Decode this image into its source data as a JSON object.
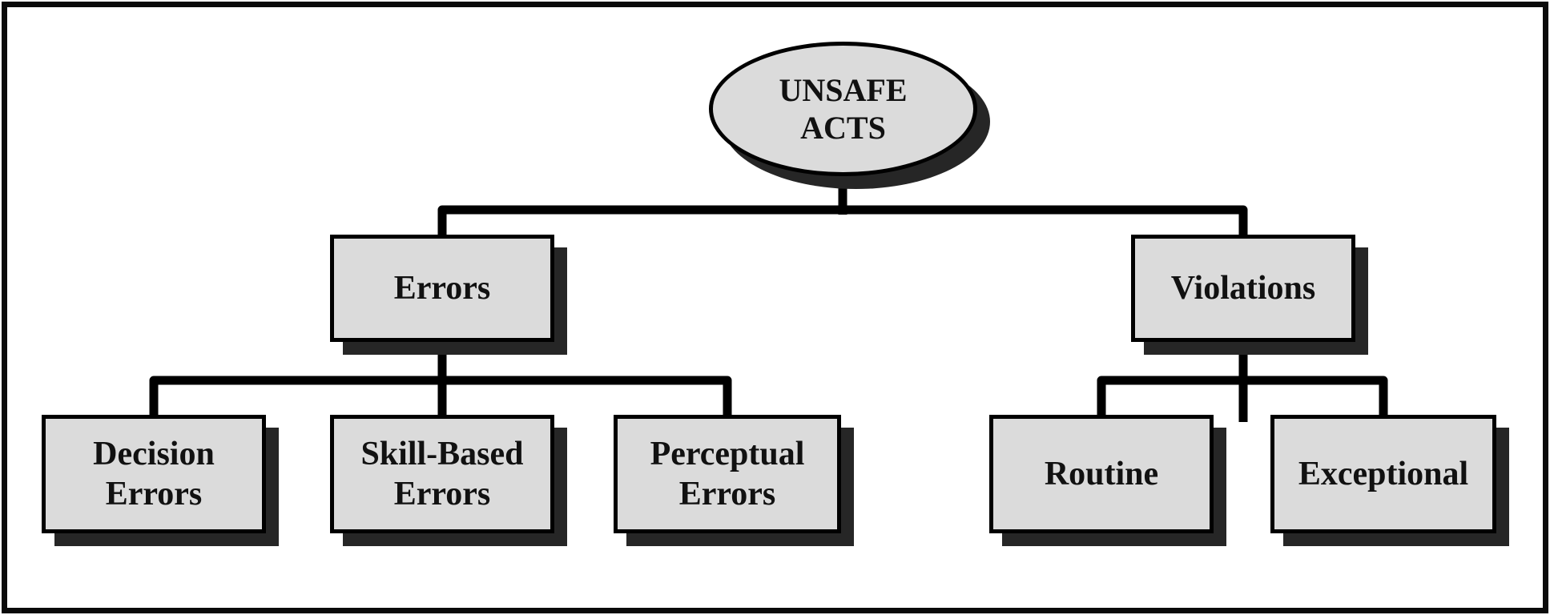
{
  "diagram": {
    "nodes": {
      "unsafe_acts": {
        "label": "UNSAFE\nACTS"
      },
      "errors": {
        "label": "Errors"
      },
      "violations": {
        "label": "Violations"
      },
      "decision_errors": {
        "label": "Decision\nErrors"
      },
      "skill_based_errors": {
        "label": "Skill-Based\nErrors"
      },
      "perceptual_errors": {
        "label": "Perceptual\nErrors"
      },
      "routine": {
        "label": "Routine"
      },
      "exceptional": {
        "label": "Exceptional"
      }
    },
    "edges": [
      [
        "unsafe_acts",
        "errors"
      ],
      [
        "unsafe_acts",
        "violations"
      ],
      [
        "errors",
        "decision_errors"
      ],
      [
        "errors",
        "skill_based_errors"
      ],
      [
        "errors",
        "perceptual_errors"
      ],
      [
        "violations",
        "routine"
      ],
      [
        "violations",
        "exceptional"
      ]
    ],
    "colors": {
      "node_fill": "#dbdbdb",
      "node_border": "#000000",
      "shadow": "#262626",
      "connector": "#000000",
      "frame": "#0a0a0a",
      "background": "#ffffff"
    }
  }
}
